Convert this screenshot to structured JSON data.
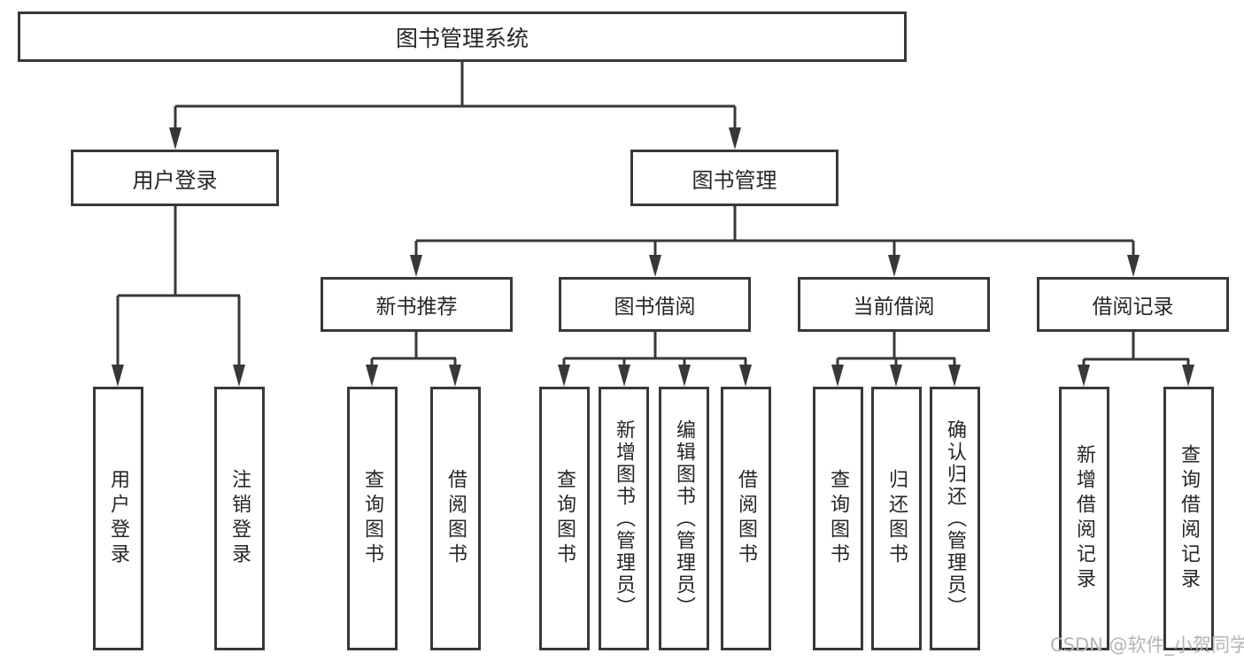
{
  "diagram": {
    "root_label": "图书管理系统",
    "watermark": "CSDN @软件_小贺同学",
    "colors": {
      "line": "#383838",
      "text": "#262626",
      "watermark_text": "#b5b5b5",
      "background": "#ffffff"
    },
    "nodes": {
      "user_login": {
        "label": "用户登录",
        "children": [
          "用户登录",
          "注销登录"
        ]
      },
      "book_mgmt": {
        "label": "图书管理"
      },
      "new_book_rec": {
        "label": "新书推荐",
        "children": [
          "查询图书",
          "借阅图书"
        ]
      },
      "book_borrow": {
        "label": "图书借阅",
        "children": [
          "查询图书",
          "新增图书（管理员）",
          "编辑图书（管理员）",
          "借阅图书"
        ]
      },
      "current_borrow": {
        "label": "当前借阅",
        "children": [
          "查询图书",
          "归还图书",
          "确认归还（管理员）"
        ]
      },
      "borrow_records": {
        "label": "借阅记录",
        "children": [
          "新增借阅记录",
          "查询借阅记录"
        ]
      }
    }
  }
}
